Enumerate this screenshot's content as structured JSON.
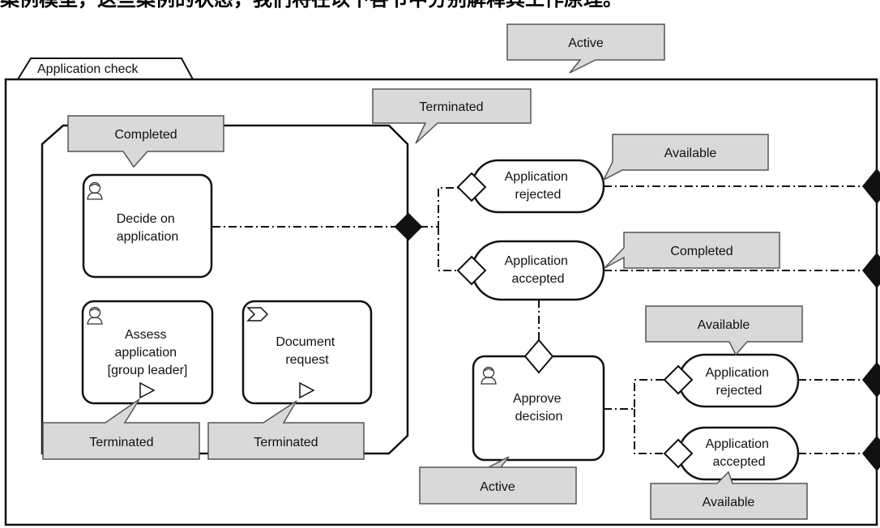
{
  "header_text": "案例模型，这些案例的状态，我们将在以下各节中分别解释其工作原理。",
  "plan_tab": "Application check",
  "stage_label": "",
  "tasks": {
    "decide": [
      "Decide on",
      "application"
    ],
    "assess": [
      "Assess",
      "application",
      "[group leader]"
    ],
    "document": [
      "Document",
      "request"
    ],
    "approve": [
      "Approve",
      "decision"
    ]
  },
  "milestones": {
    "rejected_top": [
      "Application",
      "rejected"
    ],
    "accepted_top": [
      "Application",
      "accepted"
    ],
    "rejected_bottom": [
      "Application",
      "rejected"
    ],
    "accepted_bottom": [
      "Application",
      "accepted"
    ]
  },
  "callouts": {
    "case_active": "Active",
    "stage_terminated": "Terminated",
    "decide_completed": "Completed",
    "rejected_top_available": "Available",
    "accepted_top_completed": "Completed",
    "approve_milestones_available": "Available",
    "approve_active": "Active",
    "assess_terminated": "Terminated",
    "document_terminated": "Terminated",
    "accepted_bottom_available": "Available"
  },
  "colors": {
    "callout_fill": "#d9d9d9",
    "callout_stroke": "#555555",
    "line": "#111111"
  }
}
